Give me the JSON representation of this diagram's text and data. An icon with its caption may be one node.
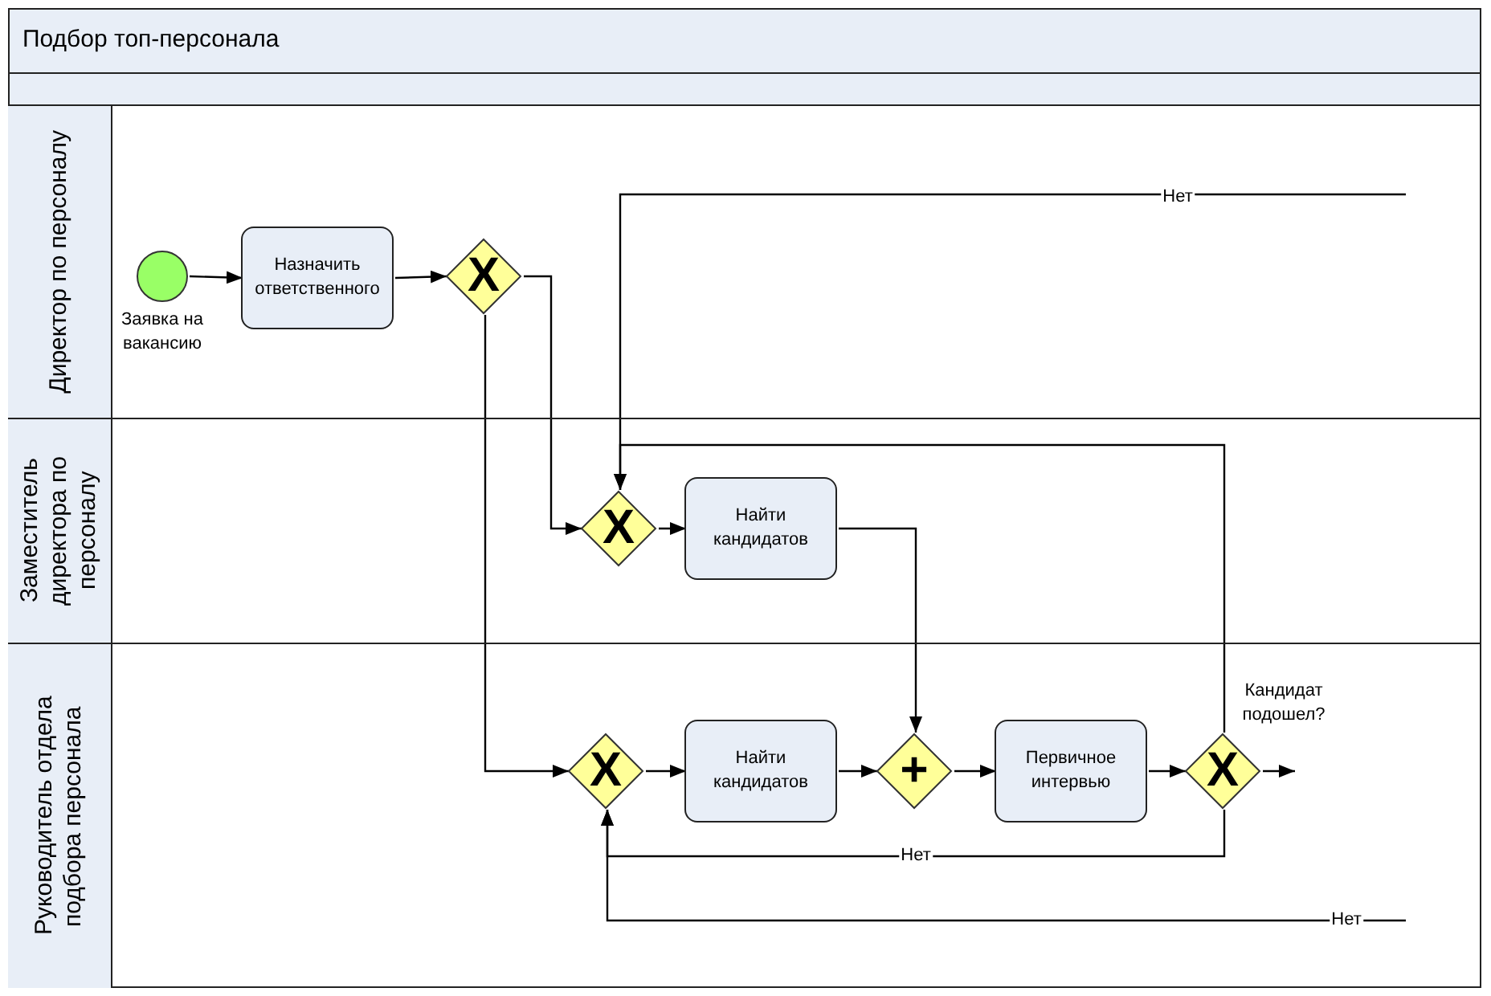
{
  "diagram": {
    "nodes": [
      {
        "text": [
          "Подбор топ-персонала"
        ]
      },
      {
        "text": [
          "Директор по персоналу"
        ],
        "in": 0
      },
      {
        "text": [
          "Заместитель директора по персоналу"
        ],
        "in": 0
      },
      {
        "text": [
          "Руководитель отдела подбора персонала"
        ],
        "in": 0
      },
      {
        "text": [],
        "shape": "circle",
        "in": 1,
        "beside": [
          "Заявка на вакансию"
        ]
      },
      {
        "text": [
          "Назначить ответственного"
        ],
        "in": 1
      },
      {
        "text": [
          "X"
        ],
        "in": 1
      },
      {
        "text": [
          "X"
        ],
        "in": 2
      },
      {
        "text": [
          "Найти кандидатов"
        ],
        "in": 2
      },
      {
        "text": [
          "X"
        ],
        "in": 3
      },
      {
        "text": [
          "Найти кандидатов"
        ],
        "in": 3
      },
      {
        "text": [
          "+"
        ],
        "in": 3
      },
      {
        "text": [
          "Первичное интервью"
        ],
        "in": 3
      },
      {
        "text": [
          "X"
        ],
        "in": 3,
        "beside": [
          "Кандидат подошел?"
        ]
      }
    ],
    "edges": [
      {
        "from": 4,
        "to": 5,
        "arrow": "to"
      },
      {
        "from": 5,
        "to": 6,
        "arrow": "to"
      },
      {
        "from": 6,
        "to": 7,
        "arrow": "to"
      },
      {
        "from": 6,
        "to": 9,
        "arrow": "to"
      },
      {
        "from": 7,
        "to": 8,
        "arrow": "to"
      },
      {
        "from": 8,
        "to": 11,
        "arrow": "to"
      },
      {
        "from": 9,
        "to": 10,
        "arrow": "to"
      },
      {
        "from": 10,
        "to": 11,
        "arrow": "to"
      },
      {
        "from": 11,
        "to": 12,
        "arrow": "to"
      },
      {
        "from": 12,
        "to": 13,
        "arrow": "to"
      },
      {
        "from": 13,
        "to": null,
        "arrow": "to"
      },
      {
        "from": 13,
        "to": 7,
        "arrow": "to"
      },
      {
        "from": 13,
        "to": 9,
        "arrow": "to",
        "label": "Нет"
      },
      {
        "from": null,
        "to": 7,
        "arrow": "to",
        "label": "Нет"
      },
      {
        "from": null,
        "to": 9,
        "arrow": "to",
        "label": "Нет"
      }
    ]
  }
}
